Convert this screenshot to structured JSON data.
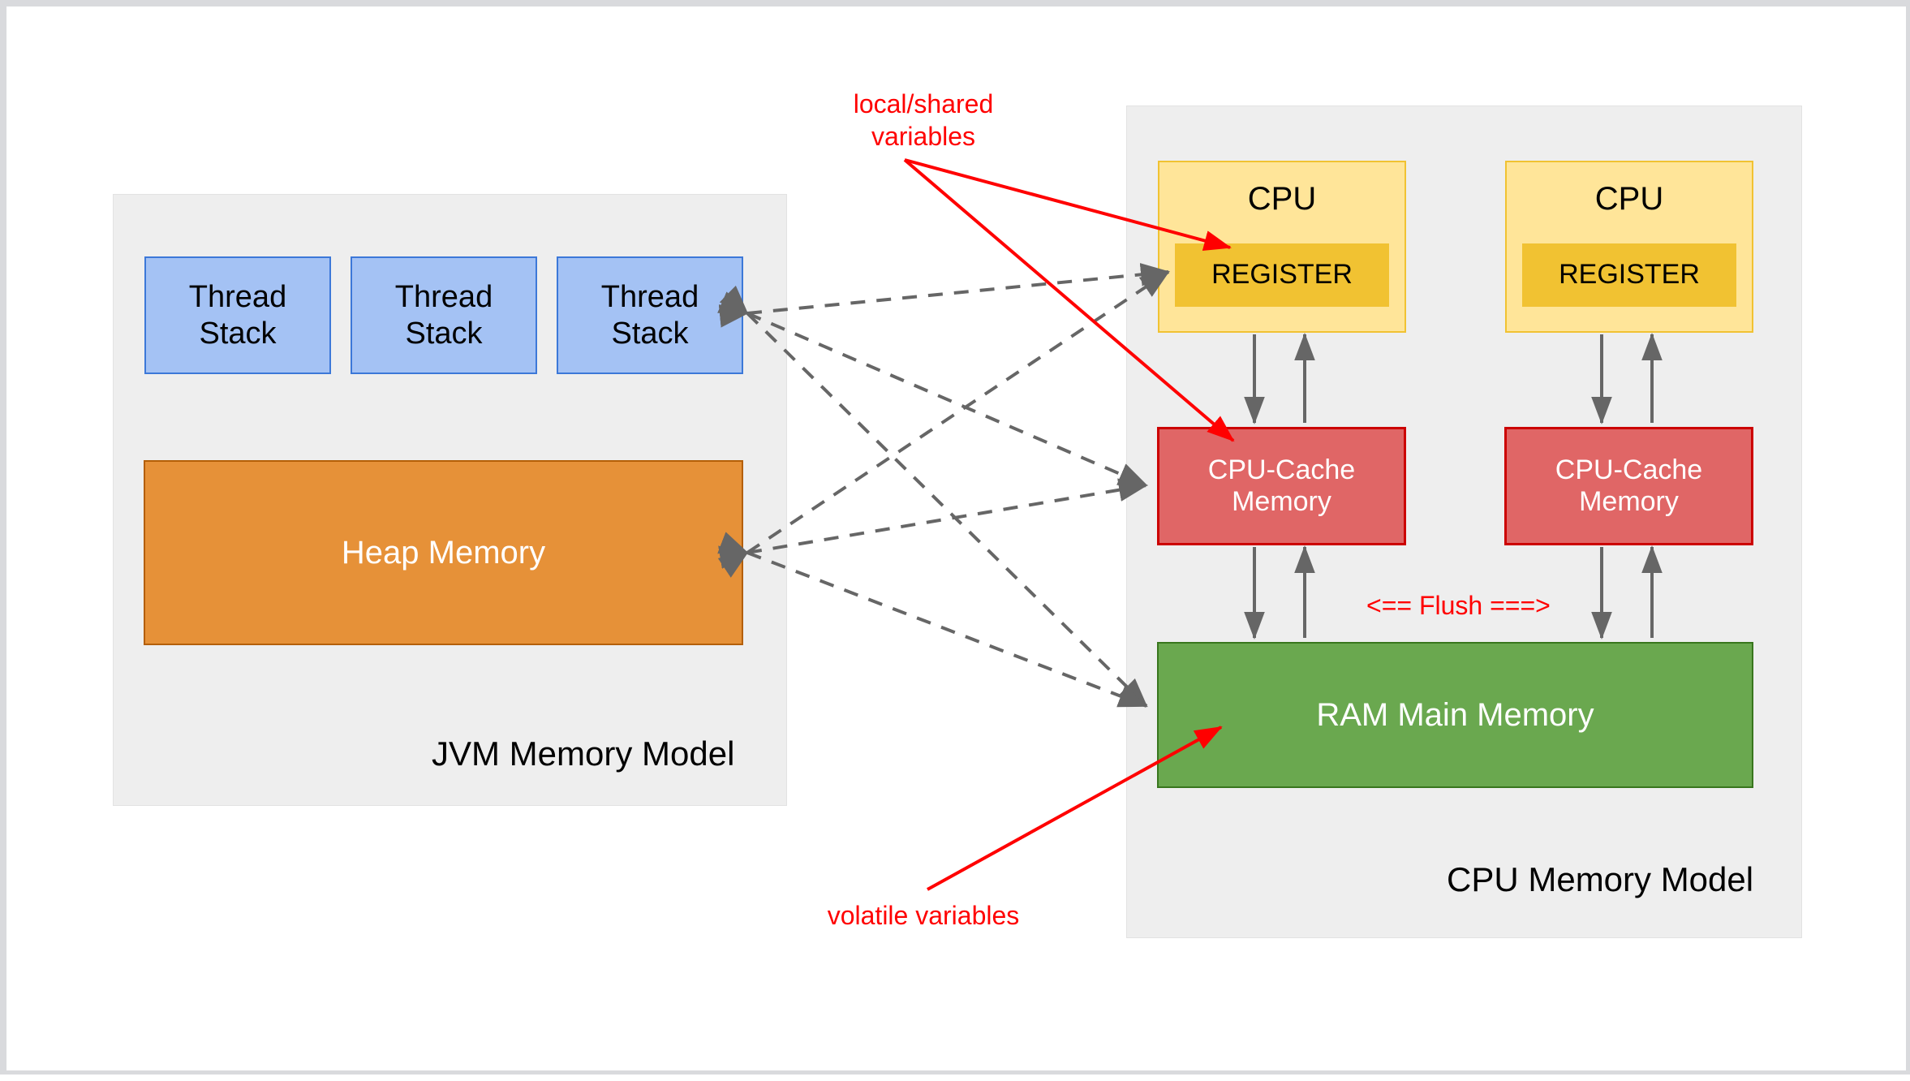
{
  "diagram": {
    "title_hidden": "",
    "jvm_panel": {
      "title": "JVM Memory Model",
      "thread_stacks": [
        {
          "label": "Thread\nStack"
        },
        {
          "label": "Thread\nStack"
        },
        {
          "label": "Thread\nStack"
        }
      ],
      "heap": {
        "label": "Heap Memory"
      }
    },
    "cpu_panel": {
      "title": "CPU Memory Model",
      "cpus": [
        {
          "label": "CPU",
          "register_label": "REGISTER",
          "cache_label": "CPU-Cache\nMemory"
        },
        {
          "label": "CPU",
          "register_label": "REGISTER",
          "cache_label": "CPU-Cache\nMemory"
        }
      ],
      "ram": {
        "label": "RAM Main Memory"
      },
      "flush_label": "<== Flush ===>"
    },
    "annotations": {
      "local_shared": "local/shared\nvariables",
      "volatile": "volatile variables"
    },
    "colors": {
      "panel_bg": "#eeeeee",
      "thread_stack_fill": "#a4c2f4",
      "thread_stack_stroke": "#3c78d8",
      "heap_fill": "#e69138",
      "heap_stroke": "#b45f06",
      "cpu_fill": "#ffe599",
      "cpu_stroke": "#f1c232",
      "register_fill": "#f1c232",
      "cache_fill": "#e06666",
      "cache_stroke": "#cc0000",
      "ram_fill": "#6aa84f",
      "ram_stroke": "#38761d",
      "annotation_red": "#ff0000",
      "connector_gray": "#666666"
    }
  }
}
